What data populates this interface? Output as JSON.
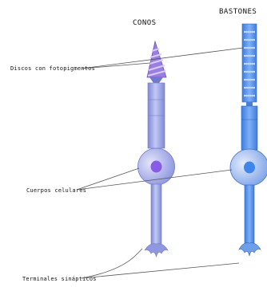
{
  "labels": {
    "conos": "CONOS",
    "bastones": "BASTONES",
    "discos": "Discos con fotopigmentos",
    "cuerpos": "Cuerpos celulares",
    "terminales": "Terminales sinápticos"
  },
  "colors": {
    "cone_outer": "#9b7fe0",
    "disc_stripe": "#c9b8f5",
    "rod_outer": "#5a8fe6",
    "rod_disc": "#a9c8f7",
    "shaft": "#9ca6e8",
    "body": "#a8b0f0",
    "cone_nucleus": "#8a5ae8",
    "rod_nucleus": "#3f85ee",
    "lines": "#555555"
  }
}
